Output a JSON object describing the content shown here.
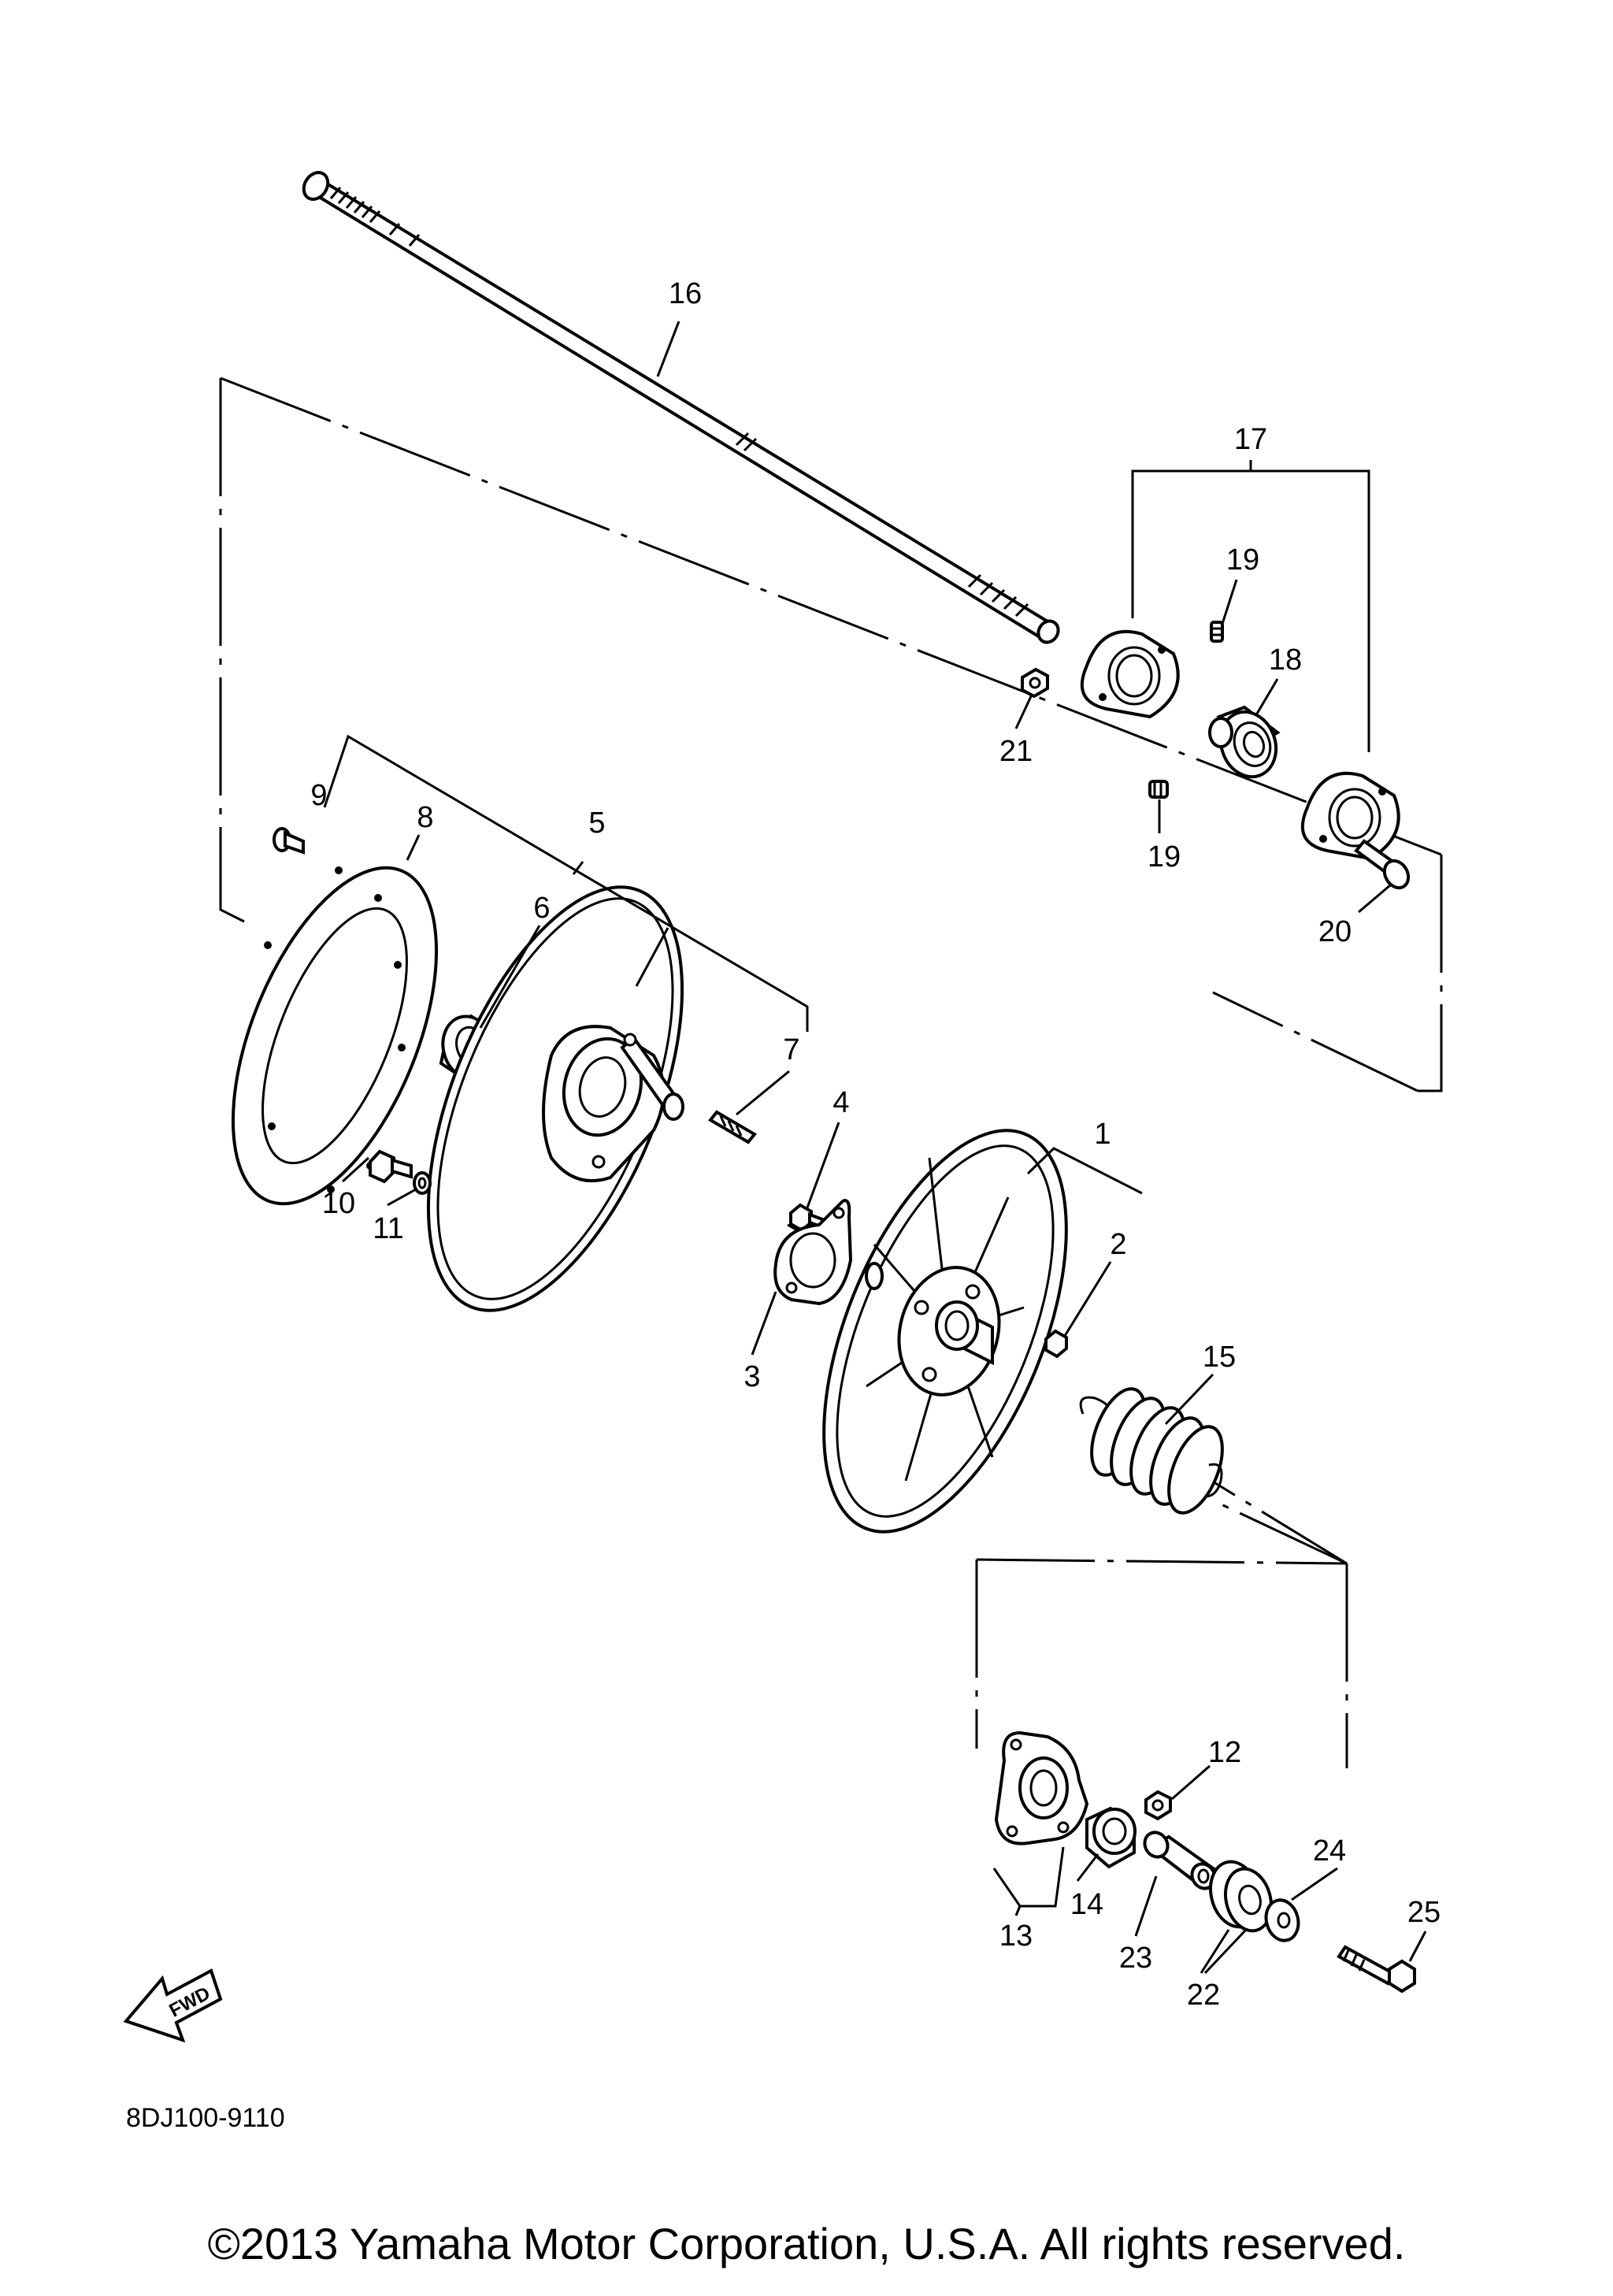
{
  "callouts": {
    "p1": "1",
    "p2": "2",
    "p3": "3",
    "p4": "4",
    "p5": "5",
    "p6": "6",
    "p7": "7",
    "p8": "8",
    "p9": "9",
    "p10": "10",
    "p11": "11",
    "p12": "12",
    "p13": "13",
    "p14": "14",
    "p15": "15",
    "p16": "16",
    "p17": "17",
    "p18": "18",
    "p19a": "19",
    "p19b": "19",
    "p20": "20",
    "p21": "21",
    "p22": "22",
    "p23": "23",
    "p24": "24",
    "p25": "25"
  },
  "fwd_label": "FWD",
  "diagram_code": "8DJ100-9110",
  "copyright": "©2013 Yamaha Motor Corporation, U.S.A. All rights reserved."
}
